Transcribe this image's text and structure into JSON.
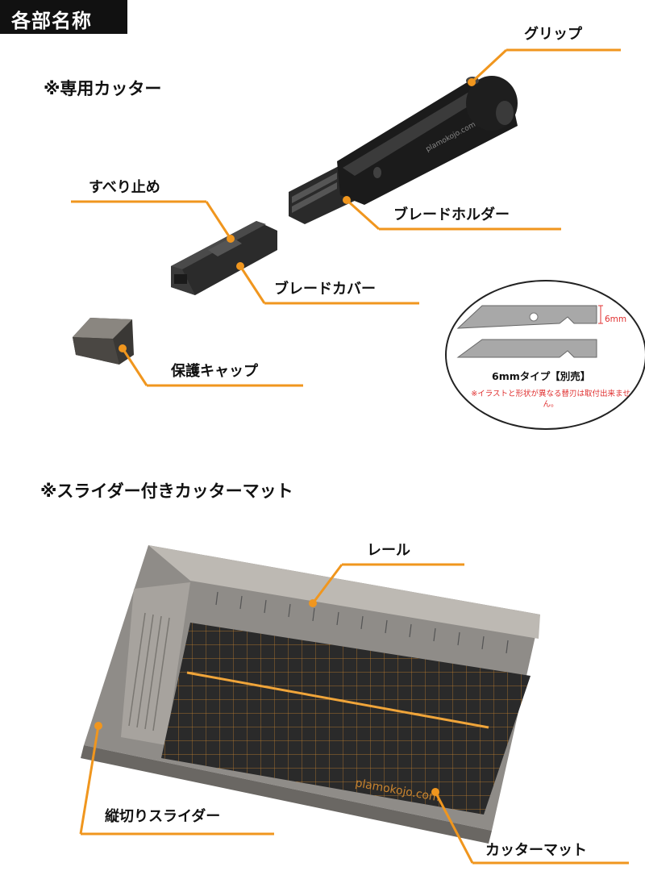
{
  "header": {
    "title": "各部名称"
  },
  "cutter_section": {
    "heading": "※専用カッター",
    "labels": {
      "grip": "グリップ",
      "anti_slip": "すべり止め",
      "blade_holder": "ブレードホルダー",
      "blade_cover": "ブレードカバー",
      "protective_cap": "保護キャップ"
    },
    "blade_inset": {
      "dimension": "6mm",
      "type_label": "6mmタイプ【別売】",
      "note": "※イラストと形状が異なる替刃は取付出来ません。"
    },
    "engraving": "plamokojo.com"
  },
  "mat_section": {
    "heading": "※スライダー付きカッターマット",
    "labels": {
      "rail": "レール",
      "vertical_slider": "縦切りスライダー",
      "cutter_mat": "カッターマット"
    },
    "mat_print": "plamokojo.com"
  },
  "colors": {
    "accent": "#f0961e",
    "mat": "#2a2a2a",
    "frame": "#8f8c88",
    "grid": "#d4862a"
  }
}
